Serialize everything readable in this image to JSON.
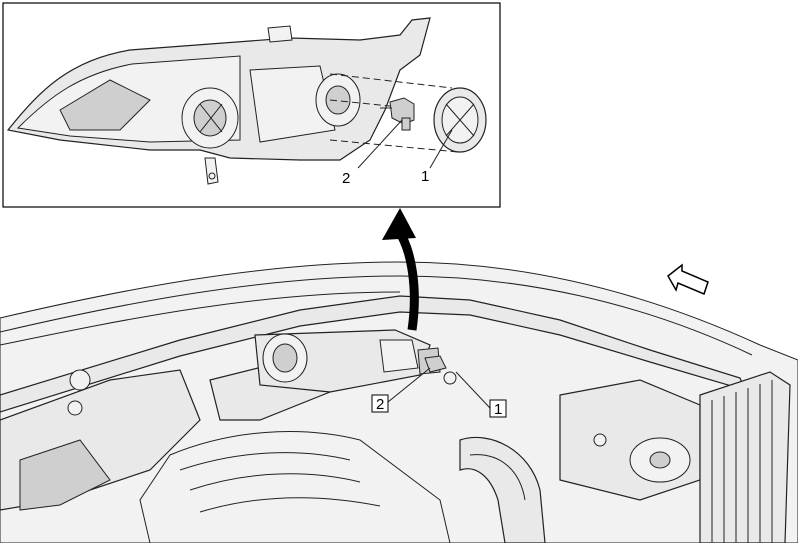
{
  "callouts": {
    "detail_label_1": "1",
    "detail_label_2": "2",
    "main_label_1": "1",
    "main_label_2": "2"
  }
}
